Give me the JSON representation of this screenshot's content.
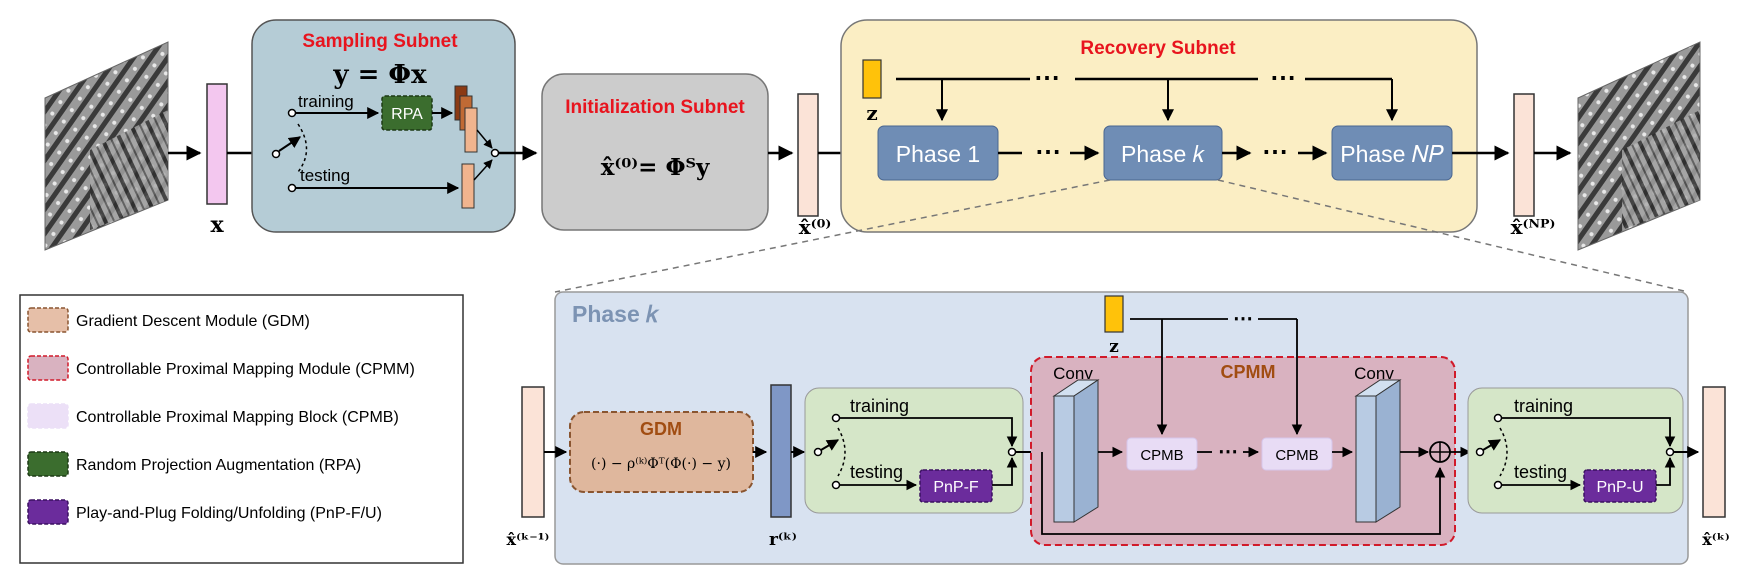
{
  "colors": {
    "sampling_bg": "#b5ccd6",
    "init_bg": "#cccccc",
    "recovery_bg": "#fbeec4",
    "phasek_bg": "#d8e2f0",
    "phase_box": "#6f8db5",
    "gdm_bg": "#dfb79d",
    "gdm_border": "#8a5530",
    "cpmm_bg": "#d9b2c0",
    "cpmm_border": "#d11a2a",
    "cpmb_bg": "#e8dcf5",
    "switch_bg": "#d5e6c8",
    "rpa_bg": "#3b6d2e",
    "pnp_bg": "#6b2c9c",
    "z_fill": "#ffc20a",
    "feature_fill": "#fbe3d7",
    "x_fill": "#f3c7ef",
    "r_fill": "#7f97c6",
    "conv_fill": "#b8cbe3",
    "red_title": "#e8141e",
    "orange_title": "#a14d12",
    "phasek_title": "#7c93b3"
  },
  "top": {
    "sampling": {
      "title": "Sampling Subnet",
      "equation": "y = Φx",
      "training": "training",
      "testing": "testing",
      "rpa": "RPA"
    },
    "init": {
      "title": "Initialization Subnet",
      "equation": "x̂⁽⁰⁾= Φᵀy"
    },
    "recovery": {
      "title": "Recovery Subnet",
      "z_label": "z",
      "phase1": "Phase 1",
      "phasek": "Phase 𝑘",
      "phasen": "Phase 𝑁𝑃",
      "dots": "⋯"
    },
    "labels": {
      "x": "x",
      "x0": "x̂⁽⁰⁾",
      "xnp": "x̂⁽ᴺᴾ⁾"
    }
  },
  "legend": {
    "items": [
      {
        "label": "Gradient Descent Module (GDM)",
        "fill": "#e6bfa8",
        "stroke": "#8a5530"
      },
      {
        "label": "Controllable Proximal Mapping Module (CPMM)",
        "fill": "#d9b2c0",
        "stroke": "#d11a2a"
      },
      {
        "label": "Controllable Proximal Mapping  Block (CPMB)",
        "fill": "#ece0f7",
        "stroke": "#ece0f7"
      },
      {
        "label": "Random Projection Augmentation (RPA)",
        "fill": "#3b6d2e",
        "stroke": "#1d3a15"
      },
      {
        "label": "Play-and-Plug Folding/Unfolding (PnP-F/U)",
        "fill": "#6b2c9c",
        "stroke": "#3b1060"
      }
    ]
  },
  "phasek": {
    "title": "Phase 𝑘",
    "gdm_title": "GDM",
    "gdm_eq": "(·) − ρ⁽ᵏ⁾Φᵀ(Φ(·) − y)",
    "cpmm_title": "CPMM",
    "conv1": "Conv",
    "conv2": "Conv",
    "cpmb1": "CPMB",
    "cpmb2": "CPMB",
    "z_label": "z",
    "training1": "training",
    "testing1": "testing",
    "pnpf": "PnP-F",
    "training2": "training",
    "testing2": "testing",
    "pnpu": "PnP-U",
    "dots": "⋯",
    "xk1": "x̂⁽ᵏ⁻¹⁾",
    "rk": "r⁽ᵏ⁾",
    "xk": "x̂⁽ᵏ⁾"
  }
}
